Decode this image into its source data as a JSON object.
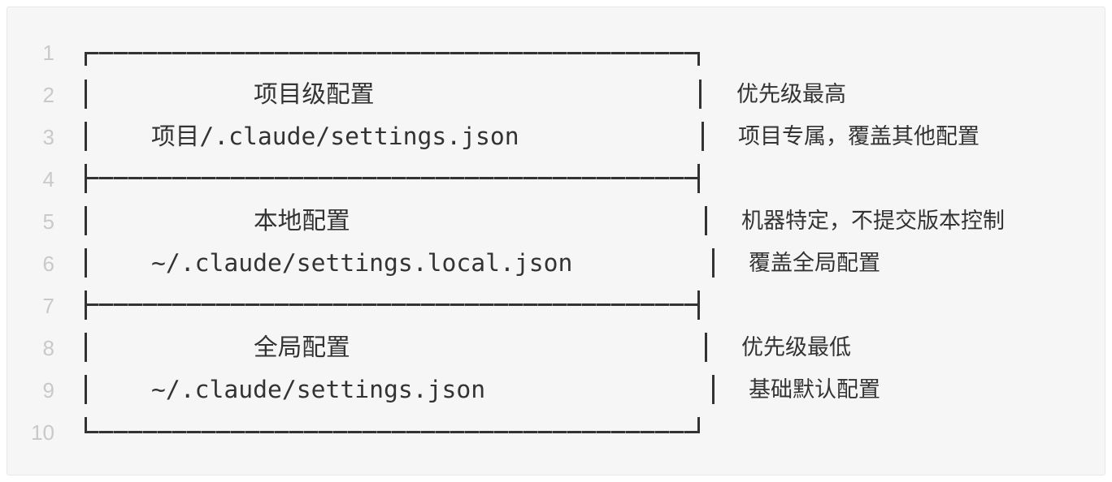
{
  "code_block": {
    "line_numbers": [
      "1",
      "2",
      "3",
      "4",
      "5",
      "6",
      "7",
      "8",
      "9",
      "10"
    ],
    "box_chars": {
      "top_left": "┌",
      "top_right": "┐",
      "bottom_left": "└",
      "bottom_right": "┘",
      "tee_left": "├",
      "tee_right": "┤",
      "horizontal": "─",
      "vertical": "│"
    },
    "sections": [
      {
        "title": "项目级配置",
        "path": "项目/.claude/settings.json",
        "note_title": "优先级最高",
        "note_desc": "项目专属，覆盖其他配置"
      },
      {
        "title": "本地配置",
        "path": "~/.claude/settings.local.json",
        "note_title": "机器特定，不提交版本控制",
        "note_desc": "覆盖全局配置"
      },
      {
        "title": "全局配置",
        "path": "~/.claude/settings.json",
        "note_title": "优先级最低",
        "note_desc": "基础默认配置"
      }
    ],
    "colors": {
      "background": "#f6f6f6",
      "border": "#e9e9e9",
      "text": "#333333",
      "line_number": "#c9c9c9"
    }
  }
}
